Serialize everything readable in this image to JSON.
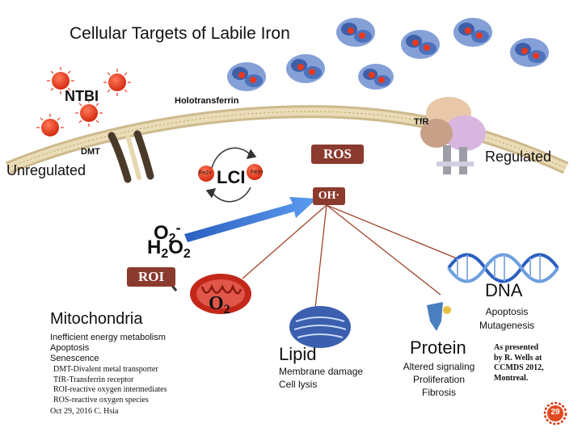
{
  "title": "Cellular Targets of Labile Iron",
  "labels": {
    "ntbi": "NTBI",
    "holotransferrin": "Holotransferrin",
    "tfr": "TfR",
    "dmt": "DMT",
    "unregulated": "Unregulated",
    "regulated": "Regulated",
    "lci": "LCI",
    "fe2": "Fe2+",
    "fe3": "Fe3+",
    "ros": "ROS",
    "oh": "OH·",
    "o2_minus_base": "O",
    "o2_minus_sub": "2",
    "o2_minus_sup": "-",
    "h2o2_h": "H",
    "h2o2_sub1": "2",
    "h2o2_o": "O",
    "h2o2_sub2": "2",
    "roi": "ROI",
    "o2_base": "O",
    "o2_sub": "2",
    "dna": "DNA",
    "dna_effects": [
      "Apoptosis",
      "Mutagenesis"
    ],
    "mitochondria": "Mitochondria",
    "mito_effects": [
      "Inefficient energy metabolism",
      "Apoptosis",
      "Senescence"
    ],
    "lipid": "Lipid",
    "lipid_effects": [
      "Membrane damage",
      "Cell lysis"
    ],
    "protein": "Protein",
    "protein_effects": [
      "Altered signaling",
      "Proliferation",
      "Fibrosis"
    ]
  },
  "abbreviations": [
    "DMT-Divalent metal transporter",
    "TfR-Transferrin receptor",
    "ROI-reactive oxygen intermediates",
    "ROS-reactive oxygen species"
  ],
  "attribution": [
    "As presented",
    "by R. Wells at",
    "CCMDS 2012,",
    "Montreal."
  ],
  "footer_date": "Oct 29, 2016 C. Hsia",
  "page_number": "29",
  "colors": {
    "iron": "#e8391e",
    "protein_blue": "#4a6fb8",
    "label_box": "#8b3a2e",
    "membrane": "#d9c8a0",
    "arrow_blue": "#2f6fd4",
    "branch_lines": "#a0452a"
  },
  "icons": [
    "iron-atom-icon",
    "transferrin-protein-icon",
    "transferrin-receptor-icon",
    "dmt-channel-icon",
    "mitochondrion-icon",
    "dna-helix-icon",
    "lipid-vesicle-icon",
    "protein-icon",
    "page-number-badge-icon"
  ]
}
